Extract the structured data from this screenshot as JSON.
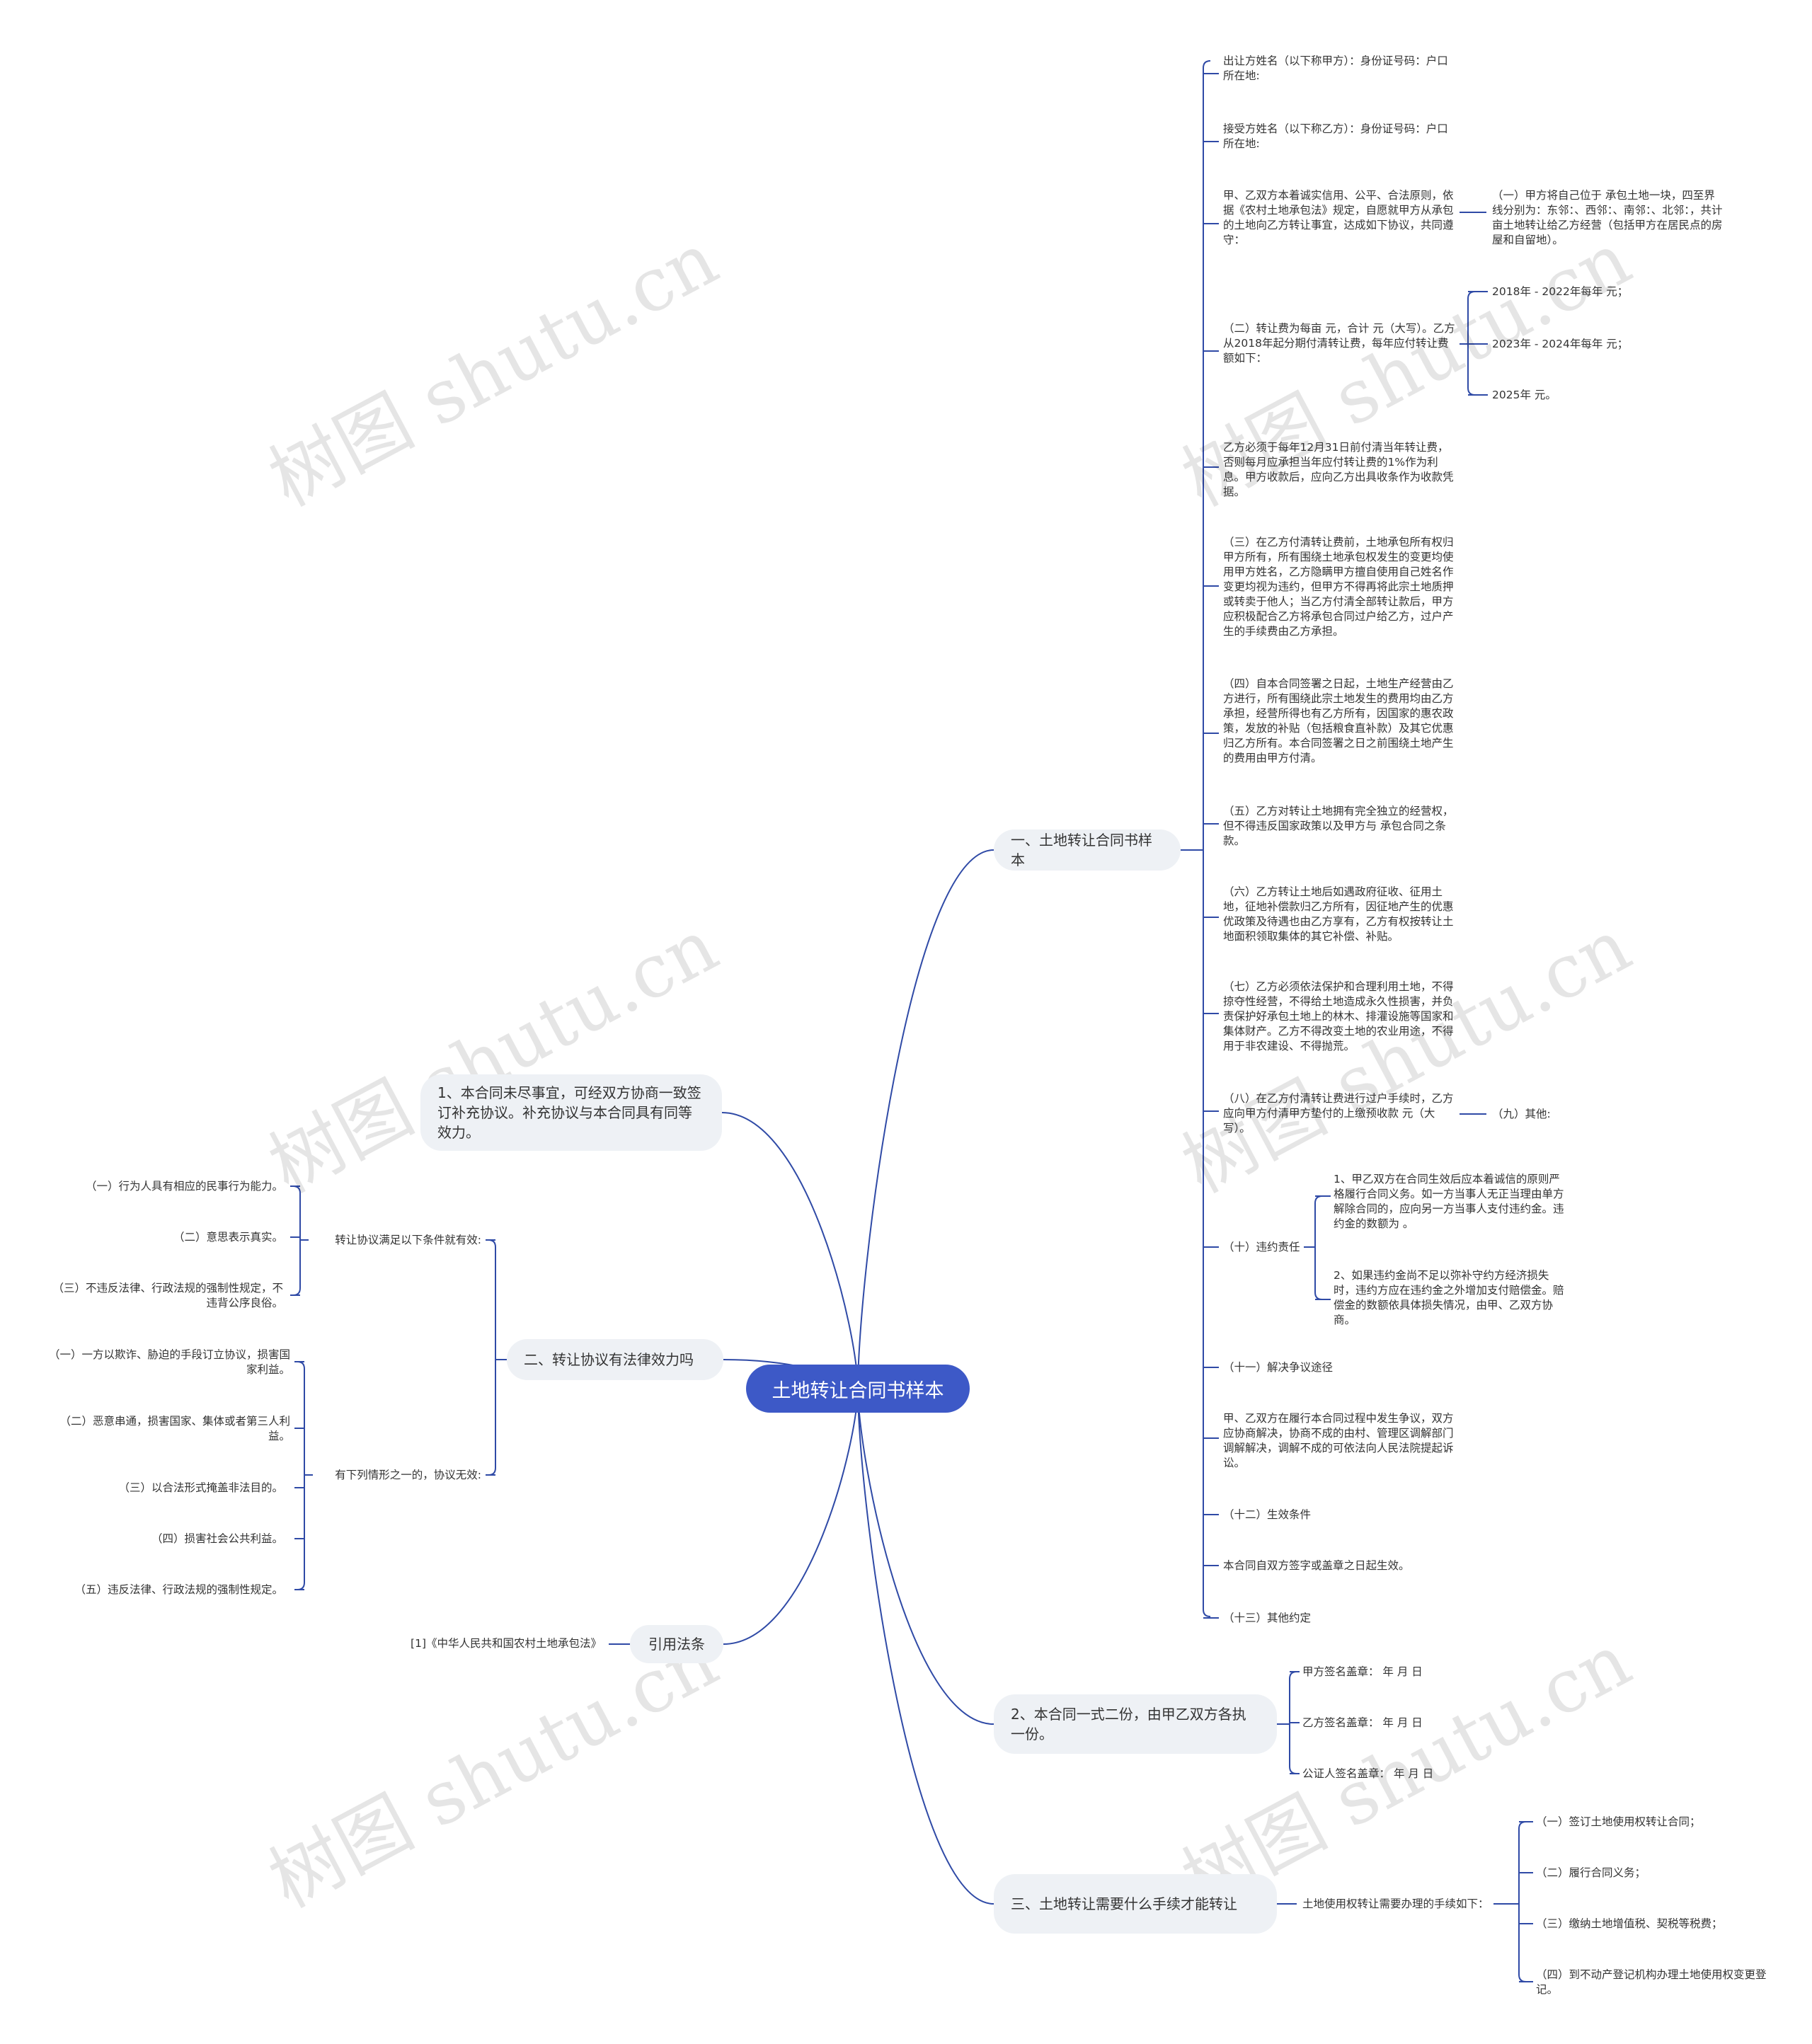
{
  "root": "土地转让合同书样本",
  "watermark": "树图 shutu.cn",
  "colors": {
    "root_bg": "#3d59c7",
    "branch_bg": "#eef1f5",
    "line": "#2f4aa6"
  },
  "b1": {
    "label": "一、土地转让合同书样本",
    "items": [
      "出让方姓名（以下称甲方）：身份证号码：户口所在地:",
      "接受方姓名（以下称乙方）：身份证号码：户口所在地:",
      "甲、乙双方本着诚实信用、公平、合法原则，依据《农村土地承包法》规定，自愿就甲方从承包的土地向乙方转让事宜，达成如下协议，共同遵守：",
      "（二）转让费为每亩 元，合计 元（大写）。乙方从2018年起分期付清转让费，每年应付转让费额如下：",
      "乙方必须于每年12月31日前付清当年转让费，否则每月应承担当年应付转让费的1%作为利息。甲方收款后，应向乙方出具收条作为收款凭据。",
      "（三）在乙方付清转让费前，土地承包所有权归甲方所有，所有围绕土地承包权发生的变更均使用甲方姓名，乙方隐瞒甲方擅自使用自己姓名作变更均视为违约，但甲方不得再将此宗土地质押或转卖于他人；当乙方付清全部转让款后，甲方应积极配合乙方将承包合同过户给乙方，过户产生的手续费由乙方承担。",
      "（四）自本合同签署之日起，土地生产经营由乙方进行，所有围绕此宗土地发生的费用均由乙方承担，经营所得也有乙方所有，因国家的惠农政策，发放的补贴（包括粮食直补款）及其它优惠归乙方所有。本合同签署之日之前围绕土地产生的费用由甲方付清。",
      "（五）乙方对转让土地拥有完全独立的经营权，但不得违反国家政策以及甲方与 承包合同之条款。",
      "（六）乙方转让土地后如遇政府征收、征用土地，征地补偿款归乙方所有，因征地产生的优惠优政策及待遇也由乙方享有，乙方有权按转让土地面积领取集体的其它补偿、补贴。",
      "（七）乙方必须依法保护和合理利用土地，不得掠夺性经营，不得给土地造成永久性损害，并负责保护好承包土地上的林木、排灌设施等国家和集体财产。乙方不得改变土地的农业用途，不得用于非农建设、不得抛荒。",
      "（八）在乙方付清转让费进行过户手续时，乙方应向甲方付清甲方垫付的上缴预收款 元（大写）。",
      "（十）违约责任",
      "（十一）解决争议途径",
      "甲、乙双方在履行本合同过程中发生争议，双方应协商解决，协商不成的由村、管理区调解部门调解解决，调解不成的可依法向人民法院提起诉讼。",
      "（十二）生效条件",
      "本合同自双方签字或盖章之日起生效。",
      "（十三）其他约定"
    ],
    "sub_item1": "（一）甲方将自己位于 承包土地一块，四至界线分别为：东邻：、西邻：、南邻：、北邻：，共计 亩土地转让给乙方经营（包括甲方在居民点的房屋和自留地）。",
    "fees": [
      "2018年 - 2022年每年 元；",
      "2023年 - 2024年每年 元；",
      "2025年 元。"
    ],
    "item9": "（九）其他:",
    "breach": [
      "1、甲乙双方在合同生效后应本着诚信的原则严格履行合同义务。如一方当事人无正当理由单方解除合同的，应向另一方当事人支付违约金。违约金的数额为 。",
      "2、如果违约金尚不足以弥补守约方经济损失时，违约方应在违约金之外增加支付赔偿金。赔偿金的数额依具体损失情况，由甲、乙双方协商。"
    ]
  },
  "b2": {
    "label": "2、本合同一式二份，由甲乙双方各执一份。",
    "items": [
      "甲方签名盖章： 年 月 日",
      "乙方签名盖章： 年 月 日",
      "公证人签名盖章： 年 月 日"
    ]
  },
  "b3": {
    "label": "三、土地转让需要什么手续才能转让",
    "mid": "土地使用权转让需要办理的手续如下：",
    "items": [
      "（一）签订土地使用权转让合同；",
      "（二）履行合同义务；",
      "（三）缴纳土地增值税、契税等税费；",
      "（四）到不动产登记机构办理土地使用权变更登记。"
    ]
  },
  "l1": {
    "label": "1、本合同未尽事宜，可经双方协商一致签订补充协议。补充协议与本合同具有同等效力。"
  },
  "l2": {
    "label": "二、转让协议有法律效力吗",
    "mid_a": "转让协议满足以下条件就有效:",
    "items_a": [
      "（一）行为人具有相应的民事行为能力。",
      "（二）意思表示真实。",
      "（三）不违反法律、行政法规的强制性规定，不违背公序良俗。"
    ],
    "mid_b": "有下列情形之一的，协议无效:",
    "items_b": [
      "（一）一方以欺诈、胁迫的手段订立协议，损害国家利益。",
      "（二）恶意串通，损害国家、集体或者第三人利益。",
      "（三）以合法形式掩盖非法目的。",
      "（四）损害社会公共利益。",
      "（五）违反法律、行政法规的强制性规定。"
    ]
  },
  "l3": {
    "label": "引用法条",
    "item": "[1]《中华人民共和国农村土地承包法》"
  }
}
